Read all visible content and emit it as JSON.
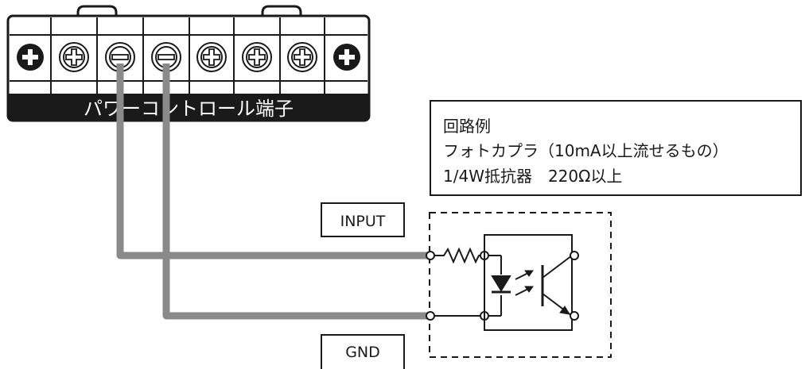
{
  "terminal_block": {
    "label": "パワーコントロール端子"
  },
  "note": {
    "line1": "回路例",
    "line2": "フォトカプラ（10mA以上流せるもの）",
    "line3": "1/4W抵抗器　220Ω以上"
  },
  "labels": {
    "input": "INPUT",
    "gnd": "GND"
  },
  "colors": {
    "wire": "#8a8a8a",
    "outline": "#1a1a1a",
    "strip": "#1a1a1a",
    "background": "#ffffff"
  }
}
